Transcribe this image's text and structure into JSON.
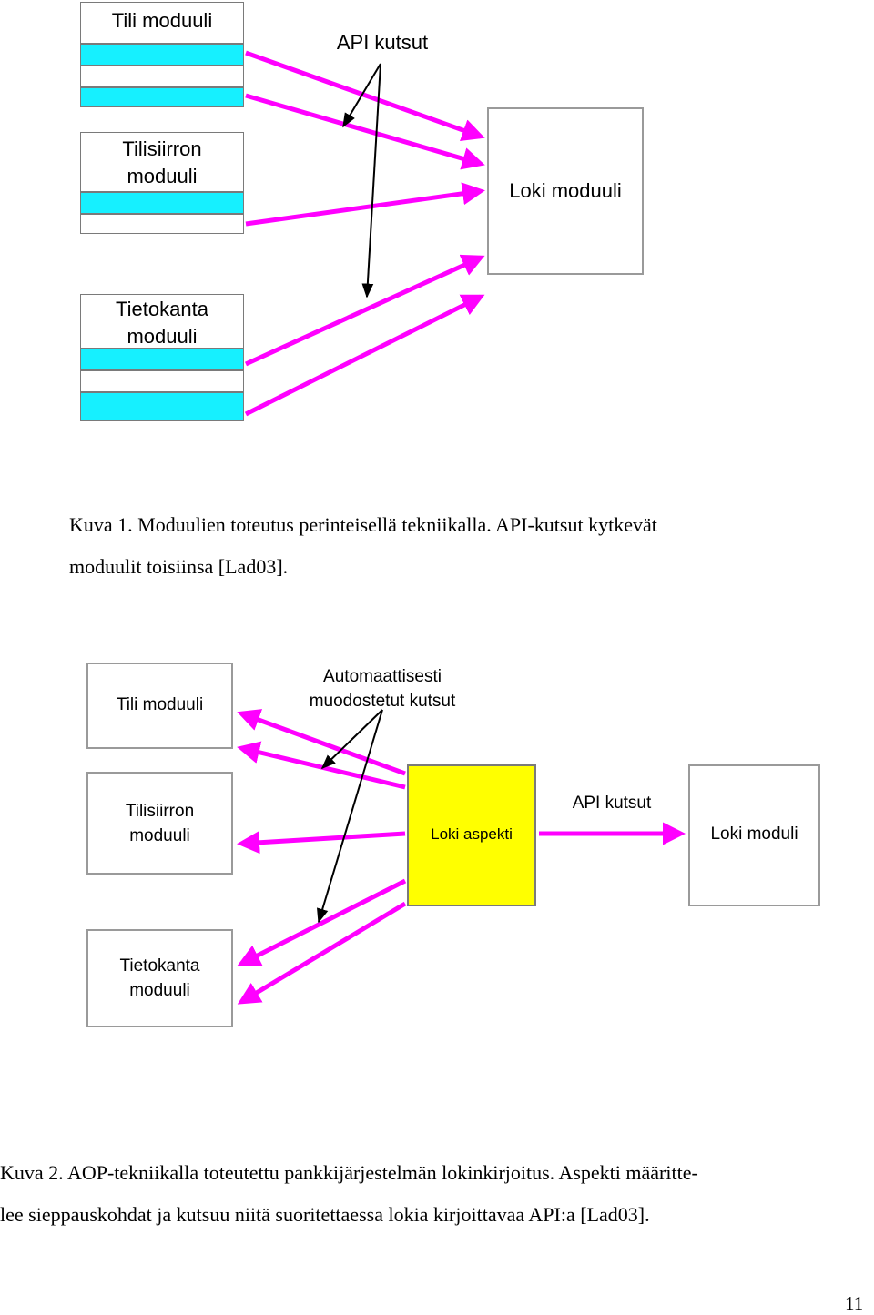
{
  "figure1": {
    "tili_label": "Tili moduuli",
    "api_label": "API kutsut",
    "tilisiirron_line1": "Tilisiirron",
    "tilisiirron_line2": "moduuli",
    "loki_label": "Loki moduuli",
    "tietokanta_line1": "Tietokanta",
    "tietokanta_line2": "moduuli",
    "caption_line1": "Kuva 1.  Moduulien toteutus perinteisellä tekniikalla. API-kutsut kytkevät",
    "caption_line2": "moduulit  toisiinsa [Lad03]."
  },
  "figure2": {
    "tili_label": "Tili moduuli",
    "auto_line1": "Automaattisesti",
    "auto_line2": "muodostetut kutsut",
    "tilisiirron_line1": "Tilisiirron",
    "tilisiirron_line2": "moduuli",
    "aspekti_label": "Loki aspekti",
    "api_label": "API kutsut",
    "loki_label": "Loki moduli",
    "tietokanta_line1": "Tietokanta",
    "tietokanta_line2": "moduuli",
    "caption_line1": "Kuva 2.  AOP-tekniikalla toteutettu pankkijärjestelmän lokinkirjoitus.  Aspekti määritte-",
    "caption_line2": "lee sieppauskohdat ja kutsuu niitä suoritettaessa lokia kirjoittavaa API:a [Lad03]."
  },
  "page_number": "11",
  "colors": {
    "arrow": "#ff00ff",
    "stripe": "#16f0ff",
    "aspect": "#ffff00"
  }
}
